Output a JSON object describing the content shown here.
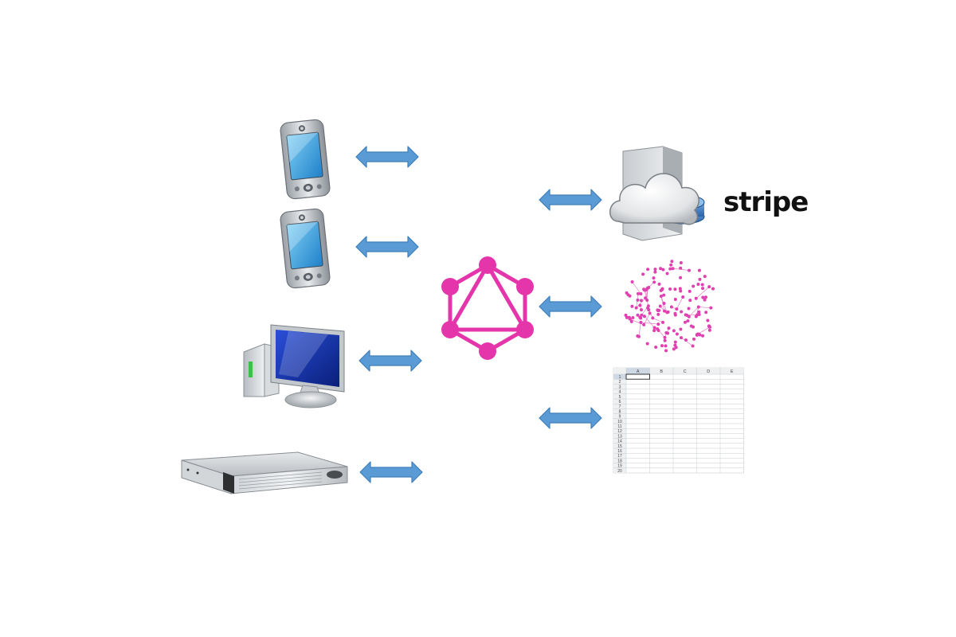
{
  "diagram": {
    "hub": {
      "icon": "graphql-logo-icon",
      "color": "#e535ab"
    },
    "clients": [
      {
        "icon": "pda-phone-icon"
      },
      {
        "icon": "pda-phone-icon"
      },
      {
        "icon": "desktop-computer-icon"
      },
      {
        "icon": "rack-server-icon"
      }
    ],
    "sources": [
      {
        "icon": "cloud-server-icon",
        "label": "stripe"
      },
      {
        "icon": "graph-network-icon"
      },
      {
        "icon": "spreadsheet-icon"
      }
    ],
    "connectors": {
      "icon": "double-arrow-icon",
      "color": "#5b9bd5",
      "stroke": "#3f7fb8"
    },
    "spreadsheet": {
      "columns": [
        "A",
        "B",
        "C",
        "D",
        "E"
      ],
      "rows": [
        "1",
        "2",
        "3",
        "4",
        "5",
        "6",
        "7",
        "8",
        "9",
        "10",
        "11",
        "12",
        "13",
        "14",
        "15",
        "16",
        "17",
        "18",
        "19",
        "20"
      ]
    }
  }
}
